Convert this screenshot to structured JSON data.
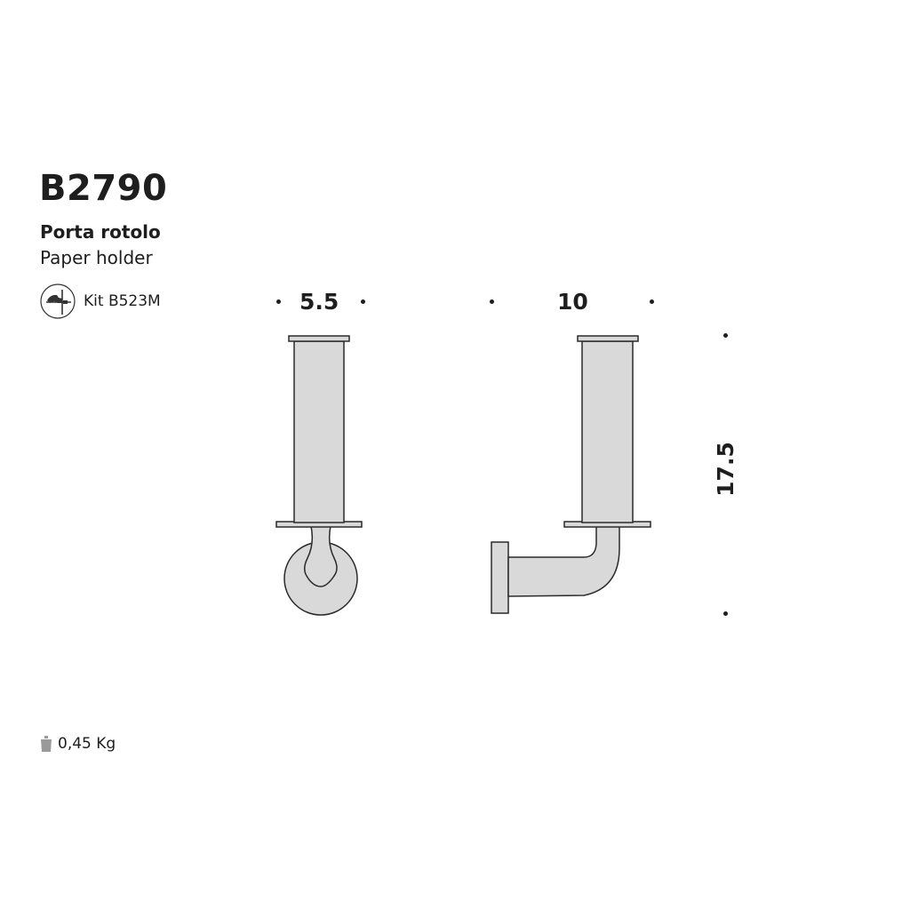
{
  "product": {
    "code": "B2790",
    "name_it": "Porta rotolo",
    "name_en": "Paper holder"
  },
  "kit": {
    "label": "Kit B523M",
    "icon": "wall-fixing-kit-icon"
  },
  "weight": {
    "label": "0,45 Kg",
    "icon": "weight-icon"
  },
  "dimensions": {
    "front_width": "5.5",
    "side_depth": "10",
    "height": "17.5"
  },
  "colors": {
    "text": "#1e1e1e",
    "product_fill": "#d9d9d9",
    "outline": "#2a2a2a"
  }
}
